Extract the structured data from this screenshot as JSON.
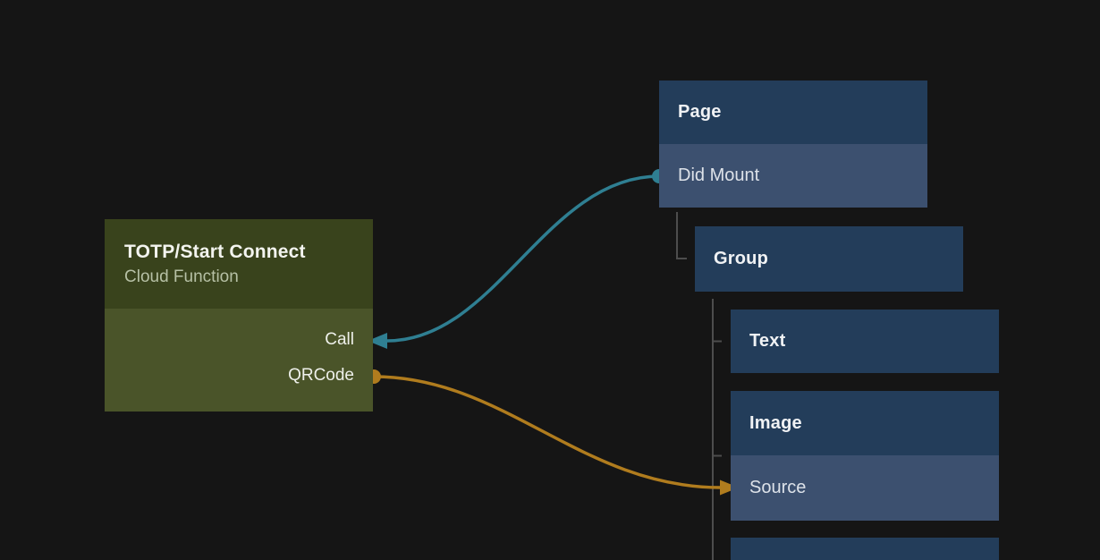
{
  "canvas": {
    "background_color": "#151515"
  },
  "function_node": {
    "title": "TOTP/Start Connect",
    "subtitle": "Cloud Function",
    "outputs": [
      {
        "label": "Call"
      },
      {
        "label": "QRCode"
      }
    ],
    "colors": {
      "header": "#39431c",
      "body": "#4a5429",
      "title_text": "#f3f4ef",
      "subtitle_text": "#b6c0a5"
    }
  },
  "widget_tree": {
    "nodes": [
      {
        "label": "Page",
        "rows": [
          {
            "label": "Did Mount"
          }
        ]
      },
      {
        "label": "Group",
        "rows": []
      },
      {
        "label": "Text",
        "rows": []
      },
      {
        "label": "Image",
        "rows": [
          {
            "label": "Source"
          }
        ]
      },
      {
        "label": "",
        "rows": [],
        "note": "partially visible node at bottom edge"
      }
    ],
    "colors": {
      "header": "#233d5a",
      "row": "#3c506f",
      "tree_line": "#4d4d4d"
    }
  },
  "connections": [
    {
      "from": "Page / Did Mount",
      "to": "TOTP/Start Connect / Call",
      "color": "#2f7f92"
    },
    {
      "from": "TOTP/Start Connect / QRCode",
      "to": "Image / Source",
      "color": "#b07c1e"
    }
  ]
}
